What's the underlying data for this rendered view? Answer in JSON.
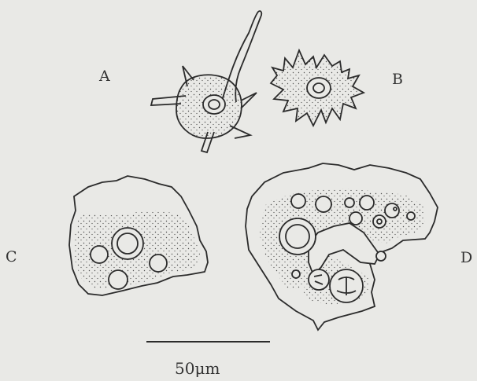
{
  "figure": {
    "panels": [
      {
        "id": "A",
        "label": "A"
      },
      {
        "id": "B",
        "label": "B"
      },
      {
        "id": "C",
        "label": "C"
      },
      {
        "id": "D",
        "label": "D"
      }
    ],
    "scale_bar": {
      "label": "50μm"
    }
  },
  "colors": {
    "background": "#e9e9e6",
    "ink": "#2b2b2b",
    "stipple": "#555555"
  }
}
